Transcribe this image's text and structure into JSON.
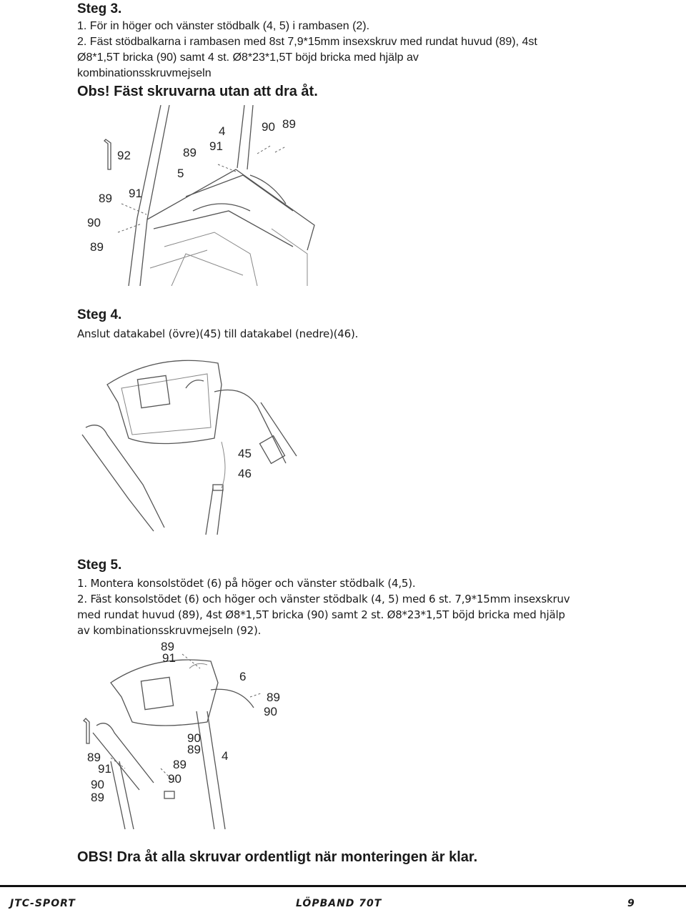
{
  "step3": {
    "heading": "Steg 3.",
    "item1": "1. För in höger och vänster stödbalk (4, 5) i rambasen (2).",
    "item2_line1": "2. Fäst stödbalkarna i rambasen med 8st 7,9*15mm insexskruv med rundat huvud (89), 4st",
    "item2_line2": "Ø8*1,5T bricka (90) samt 4 st. Ø8*23*1,5T böjd bricka med hjälp av",
    "item2_line3": "kombinationsskruvmejseln",
    "note": "Obs! Fäst skruvarna utan att dra åt.",
    "callouts": {
      "c4": "4",
      "c90": "90",
      "c89a": "89",
      "c92": "92",
      "c89b": "89",
      "c91a": "91",
      "c5": "5",
      "c89c": "89",
      "c91b": "91",
      "c90b": "90",
      "c89d": "89"
    }
  },
  "step4": {
    "heading": "Steg 4.",
    "text": "Anslut datakabel (övre)(45) till datakabel (nedre)(46).",
    "callouts": {
      "c45": "45",
      "c46": "46"
    }
  },
  "step5": {
    "heading": "Steg 5.",
    "item1": "1. Montera konsolstödet (6) på höger och vänster stödbalk (4,5).",
    "item2_line1": "2. Fäst konsolstödet (6) och höger och vänster stödbalk (4, 5) med 6 st. 7,9*15mm insexskruv",
    "item2_line2": "med rundat huvud (89), 4st Ø8*1,5T bricka (90) samt 2 st. Ø8*23*1,5T böjd bricka med hjälp",
    "item2_line3": "av kombinationsskruvmejseln (92).",
    "callouts": {
      "c89a": "89",
      "c91a": "91",
      "c6": "6",
      "c89b": "89",
      "c90a": "90",
      "c90b": "90",
      "c89c": "89",
      "c4": "4",
      "c89d": "89",
      "c91b": "91",
      "c89e": "89",
      "c90c": "90",
      "c90d": "90",
      "c89f": "89"
    }
  },
  "final_note": "OBS! Dra åt alla skruvar ordentligt när monteringen är klar.",
  "footer": {
    "brand": "JTC-SPORT",
    "product": "LÖPBAND 70T",
    "page": "9"
  }
}
